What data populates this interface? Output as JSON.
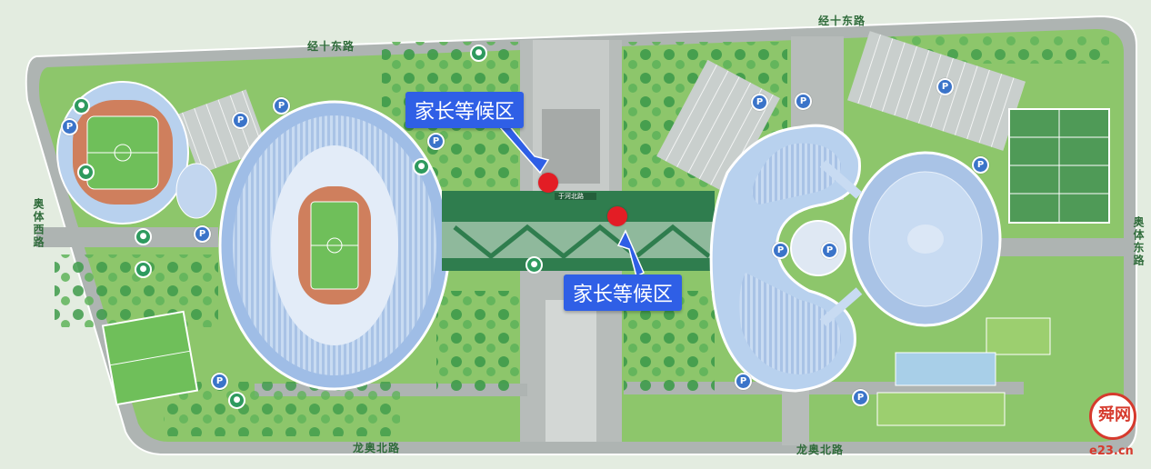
{
  "roads": {
    "top_left": "经十东路",
    "top_right": "经十东路",
    "left": "奥体西路",
    "right": "奥体东路",
    "bottom_left": "龙奥北路",
    "bottom_right": "龙奥北路",
    "bridge": "于河北路"
  },
  "callouts": {
    "upper": "家长等候区",
    "lower": "家长等候区"
  },
  "icons": {
    "parking": "P",
    "restroom": "toilet-icon"
  },
  "watermark": {
    "text": "e23.cn",
    "seal_text": "舜网"
  },
  "colors": {
    "road": "#aeb4b2",
    "green": "#8dc66b",
    "stadium": "#b8d1ee",
    "track": "#cf7f5d",
    "callout": "#2f5fe6",
    "marker": "#e31d25",
    "watermark": "#d63a2d"
  }
}
